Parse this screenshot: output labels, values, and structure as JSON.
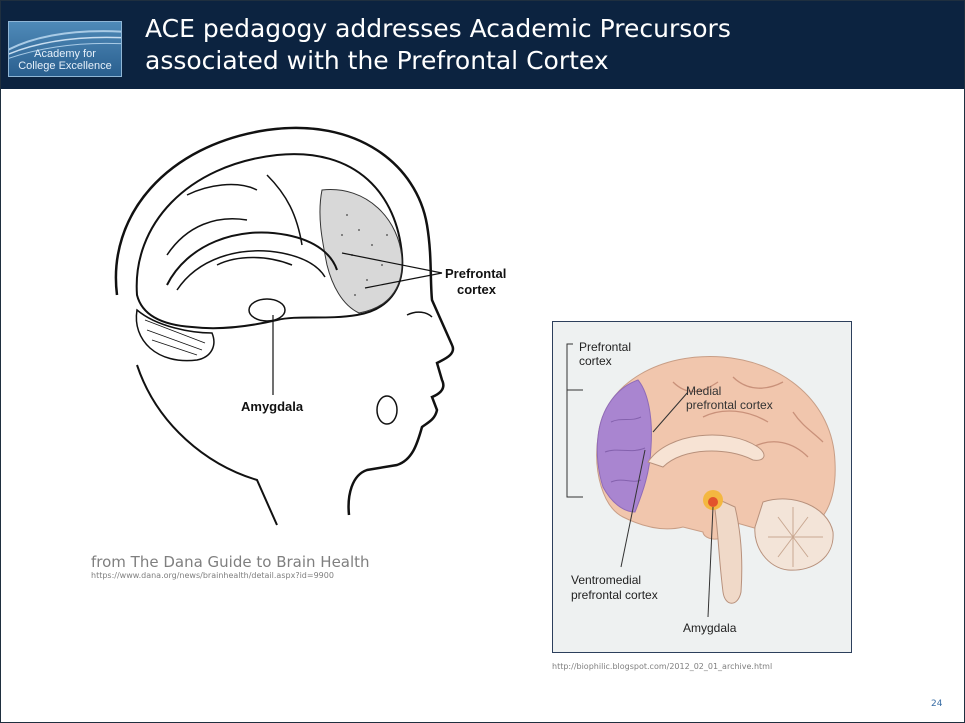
{
  "header": {
    "logo_line1": "Academy for",
    "logo_line2": "College Excellence",
    "title_line1": "ACE pedagogy addresses Academic Precursors",
    "title_line2": "associated with the Prefrontal Cortex"
  },
  "left_figure": {
    "label_prefrontal_1": "Prefrontal",
    "label_prefrontal_2": "cortex",
    "label_amygdala": "Amygdala",
    "caption": "from The Dana Guide to Brain Health",
    "url": "https://www.dana.org/news/brainhealth/detail.aspx?id=9900"
  },
  "right_figure": {
    "label_prefrontal_1": "Prefrontal",
    "label_prefrontal_2": "cortex",
    "label_medial_1": "Medial",
    "label_medial_2": "prefrontal cortex",
    "label_ventromedial_1": "Ventromedial",
    "label_ventromedial_2": "prefrontal cortex",
    "label_amygdala": "Amygdala",
    "url": "http://biophilic.blogspot.com/2012_02_01_archive.html"
  },
  "page_number": "24",
  "colors": {
    "header_bg": "#0c2340",
    "prefrontal_purple": "#a985d0",
    "brain_pink": "#f1c6ad"
  }
}
